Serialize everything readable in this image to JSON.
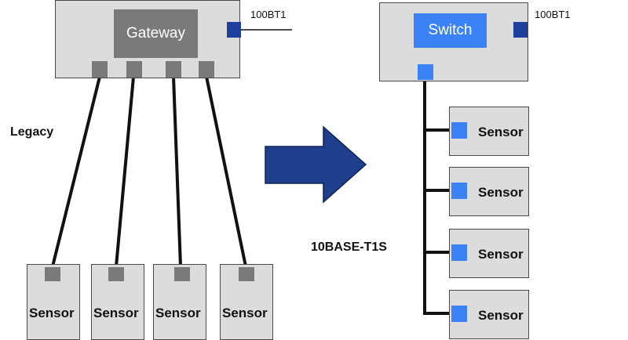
{
  "legacy": {
    "section_label": "Legacy",
    "gateway_label": "Gateway",
    "uplink_tag": "100BT1",
    "sensors": [
      {
        "label": "Sensor"
      },
      {
        "label": "Sensor"
      },
      {
        "label": "Sensor"
      },
      {
        "label": "Sensor"
      }
    ]
  },
  "t1s": {
    "section_label": "10BASE-T1S",
    "switch_label": "Switch",
    "uplink_tag": "100BT1",
    "sensors": [
      {
        "label": "Sensor"
      },
      {
        "label": "Sensor"
      },
      {
        "label": "Sensor"
      },
      {
        "label": "Sensor"
      }
    ]
  },
  "colors": {
    "box_fill": "#dcdcdc",
    "gateway_fill": "#7a7a7a",
    "switch_fill": "#3b82f6",
    "uplink_port": "#1f3f9c",
    "arrow": "#1f3f8c"
  }
}
